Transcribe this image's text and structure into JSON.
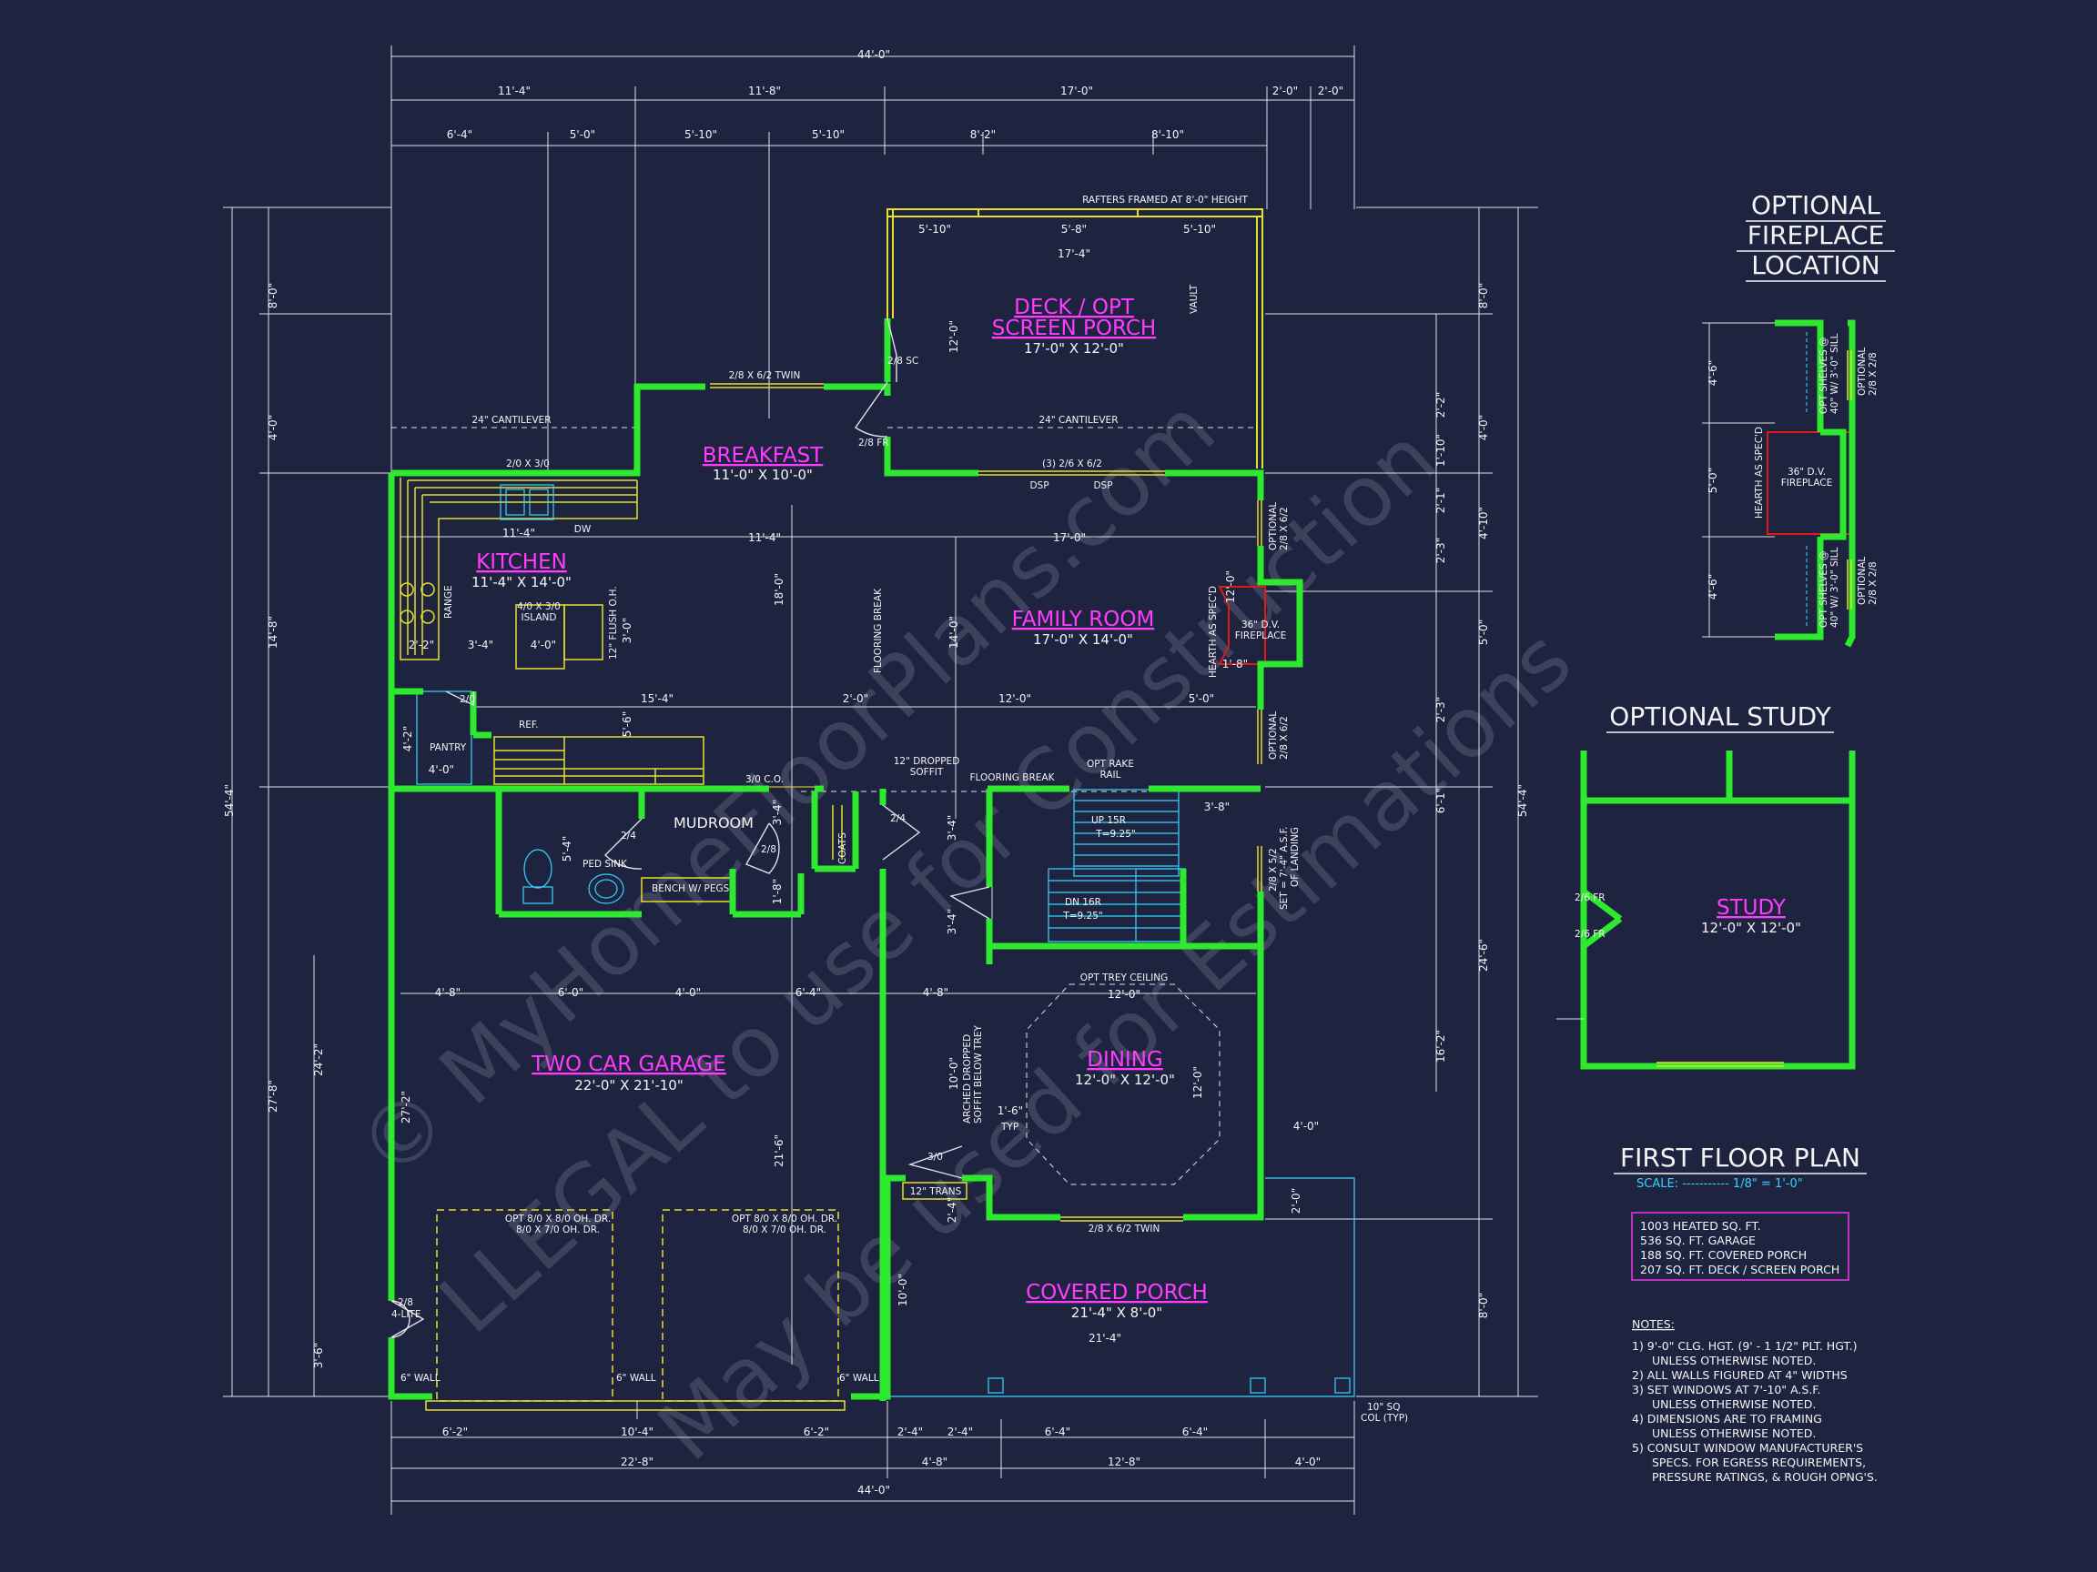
{
  "colors": {
    "background": "#1e2340",
    "wall": "#2eea2e",
    "dimension": "#e0e0e6",
    "room_name": "#ff3cff",
    "fixture": "#e8e02a",
    "text": "#f4f4f4",
    "scale": "#35d4ff",
    "fireplace": "#e01a1a",
    "area_box": "#c030c0",
    "watermark": "#565b73"
  },
  "dims": {
    "top_total": "44'-0\"",
    "top_row2": [
      "11'-4\"",
      "11'-8\"",
      "17'-0\"",
      "2'-0\"",
      "2'-0\""
    ],
    "top_row3": [
      "6'-4\"",
      "5'-0\"",
      "5'-10\"",
      "5'-10\"",
      "8'-2\"",
      "8'-10\""
    ],
    "deck": [
      "5'-10\"",
      "5'-8\"",
      "5'-10\"",
      "17'-4\""
    ],
    "left_outer": "54'-4\"",
    "left_inner": [
      "8'-0\"",
      "4'-0\"",
      "14'-8\"",
      "27'-8\""
    ],
    "left_garage": [
      "24'-2\"",
      "3'-6\""
    ],
    "right_outer": "54'-4\"",
    "right_inner": [
      "8'-0\"",
      "4'-0\"",
      "4'-10\"",
      "5'-0\"",
      "24'-6\"",
      "8'-0\""
    ],
    "right_small": [
      "2'-2\"",
      "1'-10\"",
      "2'-1\"",
      "2'-3\"",
      "2'-3\"",
      "6'-1\"",
      "16'-2\""
    ],
    "bottom_row1": [
      "6'-2\"",
      "10'-4\"",
      "6'-2\"",
      "2'-4\"",
      "2'-4\"",
      "6'-4\"",
      "6'-4\""
    ],
    "bottom_row2": [
      "22'-8\"",
      "4'-8\"",
      "12'-8\"",
      "4'-0\""
    ],
    "bottom_total": "44'-0\"",
    "interior": [
      "11'-4\"",
      "17'-0\"",
      "18'-0\"",
      "14'-0\"",
      "15'-4\"",
      "2'-0\"",
      "12'-0\"",
      "5'-0\"",
      "2'-2\"",
      "3'-4\"",
      "4'-0\"",
      "4'-2\"",
      "4'-0\"",
      "5'-6\"",
      "3'-0\"",
      "5'-4\"",
      "1'-8\"",
      "3'-4\"",
      "3'-4\"",
      "3'-4\"",
      "3'-8\"",
      "4'-8\"",
      "6'-0\"",
      "4'-0\"",
      "6'-4\"",
      "4'-8\"",
      "27'-2\"",
      "21'-6\"",
      "10'-0\"",
      "1'-6\"",
      "12'-0\"",
      "12'-0\"",
      "4'-0\"",
      "2'-0\"",
      "10'-0\"",
      "12'-0\"",
      "1'-8\"",
      "2'-4\"",
      "21'-4\"",
      "12'-0\""
    ]
  },
  "rooms": {
    "deck": {
      "name": "DECK / OPT",
      "name2": "SCREEN PORCH",
      "size": "17'-0\" X 12'-0\""
    },
    "breakfast": {
      "name": "BREAKFAST",
      "size": "11'-0\" X 10'-0\""
    },
    "kitchen": {
      "name": "KITCHEN",
      "size": "11'-4\" X 14'-0\""
    },
    "family": {
      "name": "FAMILY ROOM",
      "size": "17'-0\" X 14'-0\""
    },
    "garage": {
      "name": "TWO CAR GARAGE",
      "size": "22'-0\" X 21'-10\""
    },
    "dining": {
      "name": "DINING",
      "size": "12'-0\" X 12'-0\""
    },
    "porch": {
      "name": "COVERED PORCH",
      "size": "21'-4\" X 8'-0\""
    },
    "study": {
      "name": "STUDY",
      "size": "12'-0\" X 12'-0\""
    }
  },
  "labels": {
    "rafters": "RAFTERS FRAMED AT 8'-0\" HEIGHT",
    "vault": "VAULT",
    "cantilever": "24\" CANTILEVER",
    "twin_bk": "2/8 X 6/2 TWIN",
    "sc": "2/8 SC",
    "fr": "2/8 FR",
    "dsp_win": "(3) 2/6 X 6/2",
    "dsp": "DSP",
    "win_top": "2/0 X 3/0",
    "dw": "DW",
    "range": "RANGE",
    "island": "4/0 X 3/0",
    "island2": "ISLAND",
    "flush": "12\" FLUSH O.H.",
    "pantry": "PANTRY",
    "ref": "REF.",
    "d20": "2/0",
    "co": "3/0 C.O.",
    "mudroom": "MUDROOM",
    "d24": "2/4",
    "d28": "2/8",
    "ped": "PED SINK",
    "bench": "BENCH W/ PEGS",
    "coats": "COATS",
    "soffit": "12\" DROPPED",
    "soffit2": "SOFFIT",
    "flooring": "FLOORING BREAK",
    "rake": "OPT RAKE",
    "rail": "RAIL",
    "up": "UP 15R",
    "t1": "T=9.25\"",
    "dn": "DN 16R",
    "t2": "T=9.25\"",
    "set": "SET = 7'-4\" A.S.F.",
    "landing": "OF LANDING",
    "w25": "2/8 X 5/2",
    "opt_win": "OPTIONAL",
    "opt_win2": "2/8 X 6/2",
    "hearth": "HEARTH AS SPEC'D",
    "fp": "36\" D.V.",
    "fp2": "FIREPLACE",
    "trey": "OPT TREY CEILING",
    "arched": "ARCHED DROPPED",
    "arched2": "SOFFIT BELOW TREY",
    "typ": "TYP",
    "d30": "3/0",
    "trans": "12\" TRANS",
    "twin_dn": "2/8 X 6/2 TWIN",
    "ohd1": "OPT 8/0 X 8/0 OH. DR.",
    "ohd1b": "8/0 X 7/0 OH. DR.",
    "ohd2": "OPT 8/0 X 8/0 OH. DR.",
    "ohd2b": "8/0 X 7/0 OH. DR.",
    "lite": "2/8",
    "lite2": "4-LITE",
    "wall6a": "6\" WALL",
    "wall6b": "6\" WALL",
    "wall6c": "6\" WALL",
    "col": "10\" SQ",
    "col2": "COL (TYP)",
    "fr26a": "2/6 FR",
    "fr26b": "2/6 FR",
    "shelves": "OPT SHELVES @",
    "shelves2": "40\" W/ 3'-0\" SILL",
    "opt_fp_win": "OPTIONAL",
    "opt_fp_win2": "2/8 X 2/8"
  },
  "optional_fireplace": {
    "title1": "OPTIONAL",
    "title2": "FIREPLACE",
    "title3": "LOCATION",
    "dims": [
      "4'-6\"",
      "5'-0\"",
      "4'-6\""
    ]
  },
  "optional_study": {
    "title": "OPTIONAL STUDY"
  },
  "plan_title": {
    "title": "FIRST FLOOR PLAN",
    "scale": "SCALE: ----------- 1/8\" = 1'-0\""
  },
  "areas": [
    "1003 HEATED SQ. FT.",
    "536 SQ. FT. GARAGE",
    "188 SQ. FT. COVERED PORCH",
    "207 SQ. FT. DECK / SCREEN PORCH"
  ],
  "notes": {
    "title": "NOTES:",
    "items": [
      "1)  9'-0\" CLG. HGT. (9' - 1 1/2\" PLT. HGT.)",
      "UNLESS OTHERWISE NOTED.",
      "2)  ALL WALLS FIGURED AT 4\" WIDTHS",
      "3)  SET WINDOWS AT 7'-10\" A.S.F.",
      "UNLESS OTHERWISE NOTED.",
      "4)  DIMENSIONS ARE TO FRAMING",
      "UNLESS OTHERWISE NOTED.",
      "5)  CONSULT WINDOW MANUFACTURER'S",
      "SPECS. FOR EGRESS REQUIREMENTS,",
      "PRESSURE RATINGS, & ROUGH OPNG'S."
    ]
  },
  "watermarks": [
    "© MyHomeFloorPlans.com",
    "LLEGAL to use for Construction",
    "May be used for Estimations"
  ]
}
